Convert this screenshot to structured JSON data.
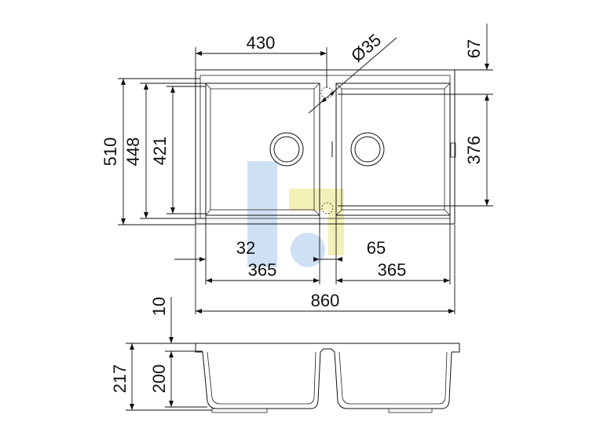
{
  "dimensions": {
    "width_total": "860",
    "depth_total": "510",
    "depth_448": "448",
    "depth_421": "421",
    "depth_376": "376",
    "top_67": "67",
    "left_bowl_width": "430",
    "drain_diameter": "Ø35",
    "offset_32": "32",
    "offset_65": "65",
    "bowl_left_365": "365",
    "bowl_right_365": "365",
    "rim_10": "10",
    "height_217": "217",
    "height_200": "200"
  },
  "colors": {
    "line": "#111111",
    "watermark_blue": "#cfe0f4",
    "watermark_yellow": "#f3f0b8"
  }
}
